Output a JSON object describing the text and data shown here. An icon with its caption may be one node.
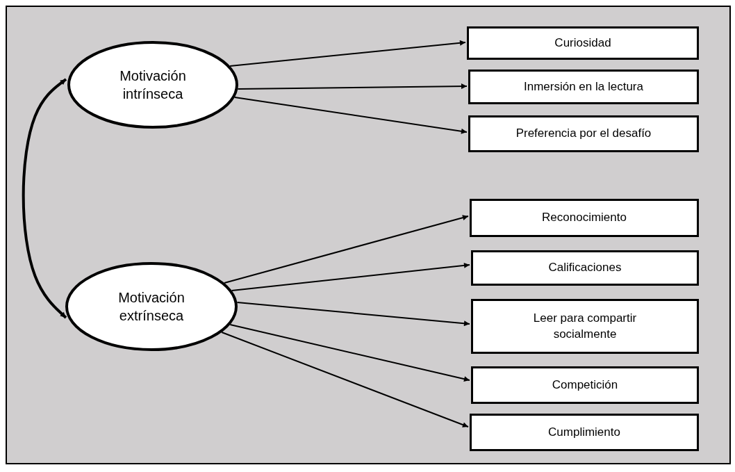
{
  "diagram": {
    "nodes": [
      {
        "text": [
          "Motivación intrínseca"
        ]
      },
      {
        "text": [
          "Motivación extrínseca"
        ]
      },
      {
        "text": [
          "Curiosidad"
        ]
      },
      {
        "text": [
          "Inmersión en la lectura"
        ]
      },
      {
        "text": [
          "Preferencia por el desafío"
        ]
      },
      {
        "text": [
          "Reconocimiento"
        ]
      },
      {
        "text": [
          "Calificaciones"
        ]
      },
      {
        "text": [
          "Leer para compartir socialmente"
        ]
      },
      {
        "text": [
          "Competición"
        ]
      },
      {
        "text": [
          "Cumplimiento"
        ]
      }
    ],
    "edges": [
      {
        "from": 0,
        "to": 2,
        "arrow": "to"
      },
      {
        "from": 0,
        "to": 3,
        "arrow": "to"
      },
      {
        "from": 0,
        "to": 4,
        "arrow": "to"
      },
      {
        "from": 1,
        "to": 5,
        "arrow": "to"
      },
      {
        "from": 1,
        "to": 6,
        "arrow": "to"
      },
      {
        "from": 1,
        "to": 7,
        "arrow": "to"
      },
      {
        "from": 1,
        "to": 8,
        "arrow": "to"
      },
      {
        "from": 1,
        "to": 9,
        "arrow": "to"
      },
      {
        "from": 0,
        "to": 1,
        "arrow": "both",
        "style": "thick"
      }
    ]
  }
}
